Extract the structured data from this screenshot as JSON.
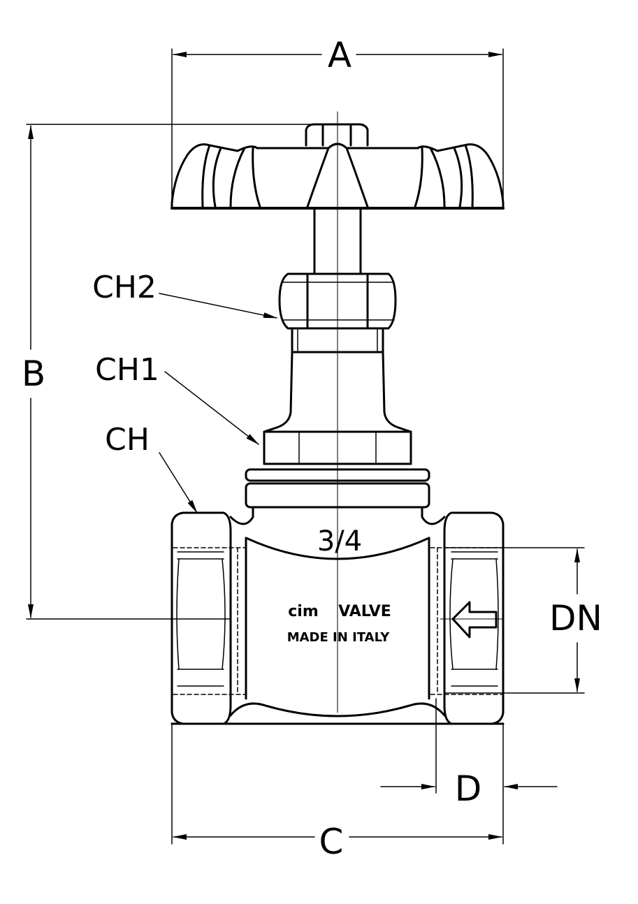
{
  "dimensions": {
    "A": "A",
    "B": "B",
    "C": "C",
    "D": "D",
    "DN": "DN"
  },
  "callouts": {
    "ch": "CH",
    "ch1": "CH1",
    "ch2": "CH2"
  },
  "body_marks": {
    "size": "3/4",
    "brand": "cim",
    "product": "VALVE",
    "origin": "MADE IN ITALY"
  },
  "colors": {
    "line": "#000000",
    "background": "#ffffff"
  },
  "icons": {
    "flow_arrow": "left-arrow-icon"
  }
}
